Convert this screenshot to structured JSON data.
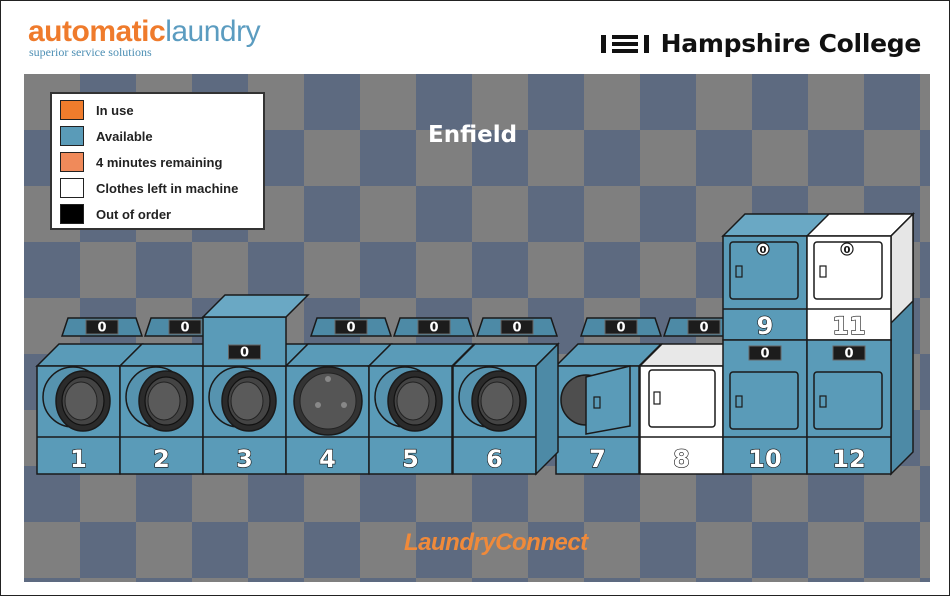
{
  "header": {
    "brand_part1": "automatic",
    "brand_part2": "laundry",
    "brand_tagline": "superior service solutions",
    "college_name": "Hampshire College"
  },
  "location": "Enfield",
  "footer_brand": "LaundryConnect",
  "legend": [
    {
      "label": "In use",
      "color": "#f07c2c"
    },
    {
      "label": "Available",
      "color": "#5a9bb8"
    },
    {
      "label": "4 minutes remaining",
      "color": "#f08a5a"
    },
    {
      "label": "Clothes left in machine",
      "color": "#ffffff"
    },
    {
      "label": "Out of order",
      "color": "#000000"
    }
  ],
  "colors": {
    "available": "#5a9bb8",
    "clothes_left": "#ffffff",
    "brand_orange": "#ef7b2c",
    "brand_blue": "#5b9cc0"
  },
  "machines": [
    {
      "number": "1",
      "type": "washer",
      "status": "Available",
      "time": "0"
    },
    {
      "number": "2",
      "type": "washer",
      "status": "Available",
      "time": "0"
    },
    {
      "number": "3",
      "type": "washer",
      "status": "Available",
      "time": "0"
    },
    {
      "number": "4",
      "type": "washer",
      "status": "Available",
      "time": "0"
    },
    {
      "number": "5",
      "type": "washer",
      "status": "Available",
      "time": "0"
    },
    {
      "number": "6",
      "type": "washer",
      "status": "Available",
      "time": "0"
    },
    {
      "number": "7",
      "type": "washer",
      "status": "Available",
      "time": "0"
    },
    {
      "number": "8",
      "type": "washer",
      "status": "Clothes left in machine",
      "time": "0"
    },
    {
      "number": "9",
      "type": "dryer",
      "status": "Available",
      "time": "0"
    },
    {
      "number": "10",
      "type": "dryer",
      "status": "Available",
      "time": "0"
    },
    {
      "number": "11",
      "type": "dryer",
      "status": "Clothes left in machine",
      "time": "0"
    },
    {
      "number": "12",
      "type": "dryer",
      "status": "Available",
      "time": "0"
    }
  ]
}
